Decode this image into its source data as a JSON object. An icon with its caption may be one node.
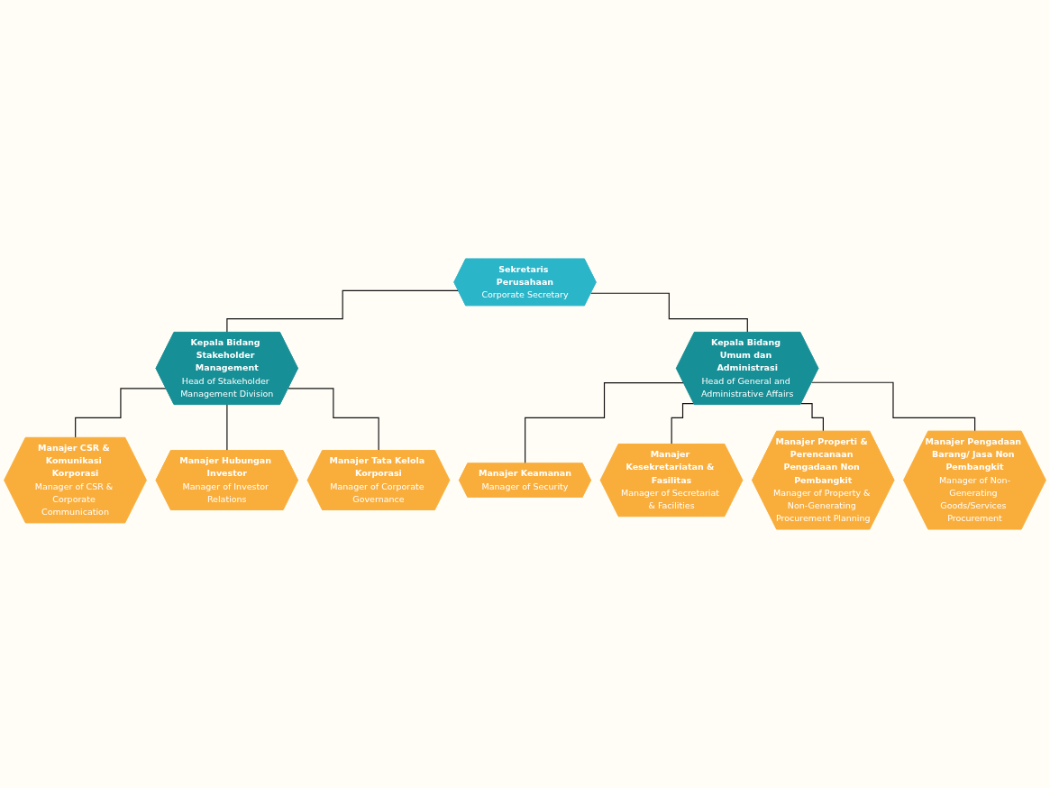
{
  "diagram": {
    "nodes": [
      {
        "text": [
          "Sekretaris Perusahaan",
          "Corporate Secretary"
        ]
      },
      {
        "text": [
          "Kepala Bidang Stakeholder Management",
          "Head of Stakeholder Management Division"
        ]
      },
      {
        "text": [
          "Kepala Bidang Umum dan Administrasi",
          "Head of General and Administrative Affairs"
        ]
      },
      {
        "text": [
          "Manajer CSR & Komunikasi Korporasi",
          "Manager of CSR & Corporate Communication"
        ]
      },
      {
        "text": [
          "Manajer Hubungan Investor",
          "Manager of Investor Relations"
        ]
      },
      {
        "text": [
          "Manajer Tata Kelola Korporasi",
          "Manager of Corporate Governance"
        ]
      },
      {
        "text": [
          "Manajer Keamanan",
          "Manager of Security"
        ]
      },
      {
        "text": [
          "Manajer Kesekretariatan & Fasilitas",
          "Manager of Secretariat & Facilities"
        ]
      },
      {
        "text": [
          "Manajer Properti & Perencanaan Pengadaan Non Pembangkit",
          "Manager of Property & Non-Generating Procurement Planning"
        ]
      },
      {
        "text": [
          "Manajer Pengadaan Barang/ Jasa Non Pembangkit",
          "Manager of Non-Generating Goods/Services Procurement"
        ]
      }
    ],
    "edges": [
      {
        "from": 0,
        "to": 1,
        "arrow": "none"
      },
      {
        "from": 0,
        "to": 2,
        "arrow": "none"
      },
      {
        "from": 1,
        "to": 3,
        "arrow": "none"
      },
      {
        "from": 1,
        "to": 4,
        "arrow": "none"
      },
      {
        "from": 1,
        "to": 5,
        "arrow": "none"
      },
      {
        "from": 2,
        "to": 6,
        "arrow": "none"
      },
      {
        "from": 2,
        "to": 7,
        "arrow": "none"
      },
      {
        "from": 2,
        "to": 8,
        "arrow": "none"
      },
      {
        "from": 2,
        "to": 9,
        "arrow": "none"
      }
    ]
  }
}
